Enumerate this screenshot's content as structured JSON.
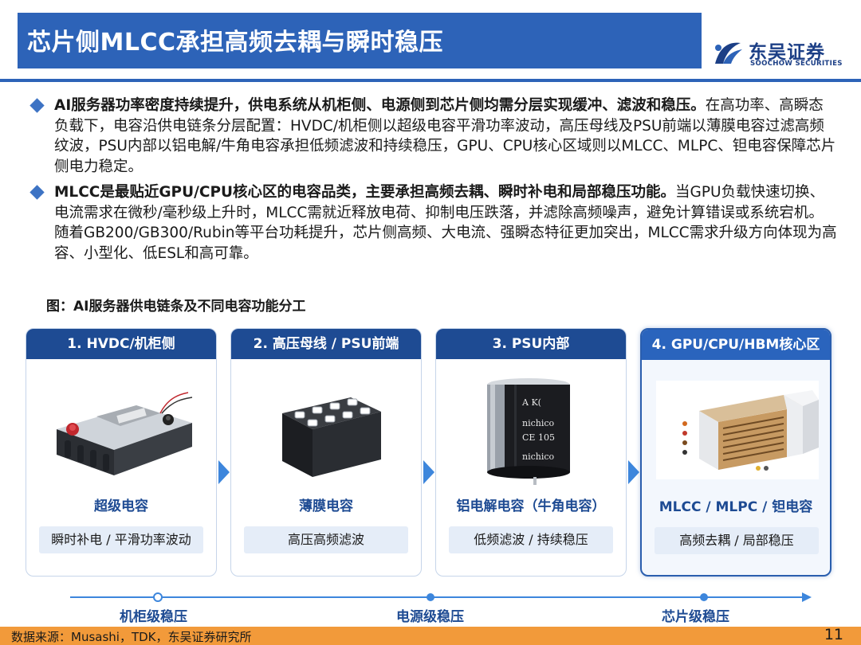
{
  "header": {
    "title": "芯片侧MLCC承担高频去耦与瞬时稳压",
    "logo_cn": "东吴证券",
    "logo_en": "SOOCHOW SECURITIES"
  },
  "bullets": [
    {
      "lead": "AI服务器功率密度持续提升，供电系统从机柜侧、电源侧到芯片侧均需分层实现缓冲、滤波和稳压。",
      "body": "在高功率、高瞬态负载下，电容沿供电链条分层配置：HVDC/机柜侧以超级电容平滑功率波动，高压母线及PSU前端以薄膜电容过滤高频纹波，PSU内部以铝电解/牛角电容承担低频滤波和持续稳压，GPU、CPU核心区域则以MLCC、MLPC、钽电容保障芯片侧电力稳定。"
    },
    {
      "lead": "MLCC是最贴近GPU/CPU核心区的电容品类，主要承担高频去耦、瞬时补电和局部稳压功能。",
      "body": "当GPU负载快速切换、电流需求在微秒/毫秒级上升时，MLCC需就近释放电荷、抑制电压跌落，并滤除高频噪声，避免计算错误或系统宕机。随着GB200/GB300/Rubin等平台功耗提升，芯片侧高频、大电流、强瞬态特征更加突出，MLCC需求升级方向体现为高容、小型化、低ESL和高可靠。"
    }
  ],
  "figure": {
    "caption": "图：AI服务器供电链条及不同电容功能分工",
    "cards": [
      {
        "header": "1. HVDC/机柜侧",
        "name": "超级电容",
        "function": "瞬时补电 / 平滑功率波动"
      },
      {
        "header": "2. 高压母线 / PSU前端",
        "name": "薄膜电容",
        "function": "高压高频滤波"
      },
      {
        "header": "3. PSU内部",
        "name": "铝电解电容（牛角电容）",
        "function": "低频滤波 / 持续稳压"
      },
      {
        "header": "4. GPU/CPU/HBM核心区",
        "name": "MLCC / MLPC / 钽电容",
        "function": "高频去耦 / 局部稳压"
      }
    ],
    "stages": [
      "机柜级稳压",
      "电源级稳压",
      "芯片级稳压"
    ],
    "accent_color": "#1e4b93"
  },
  "footer": {
    "source": "数据来源：Musashi，TDK，东吴证券研究所",
    "page": "11",
    "bar_color": "#f29a3a"
  }
}
